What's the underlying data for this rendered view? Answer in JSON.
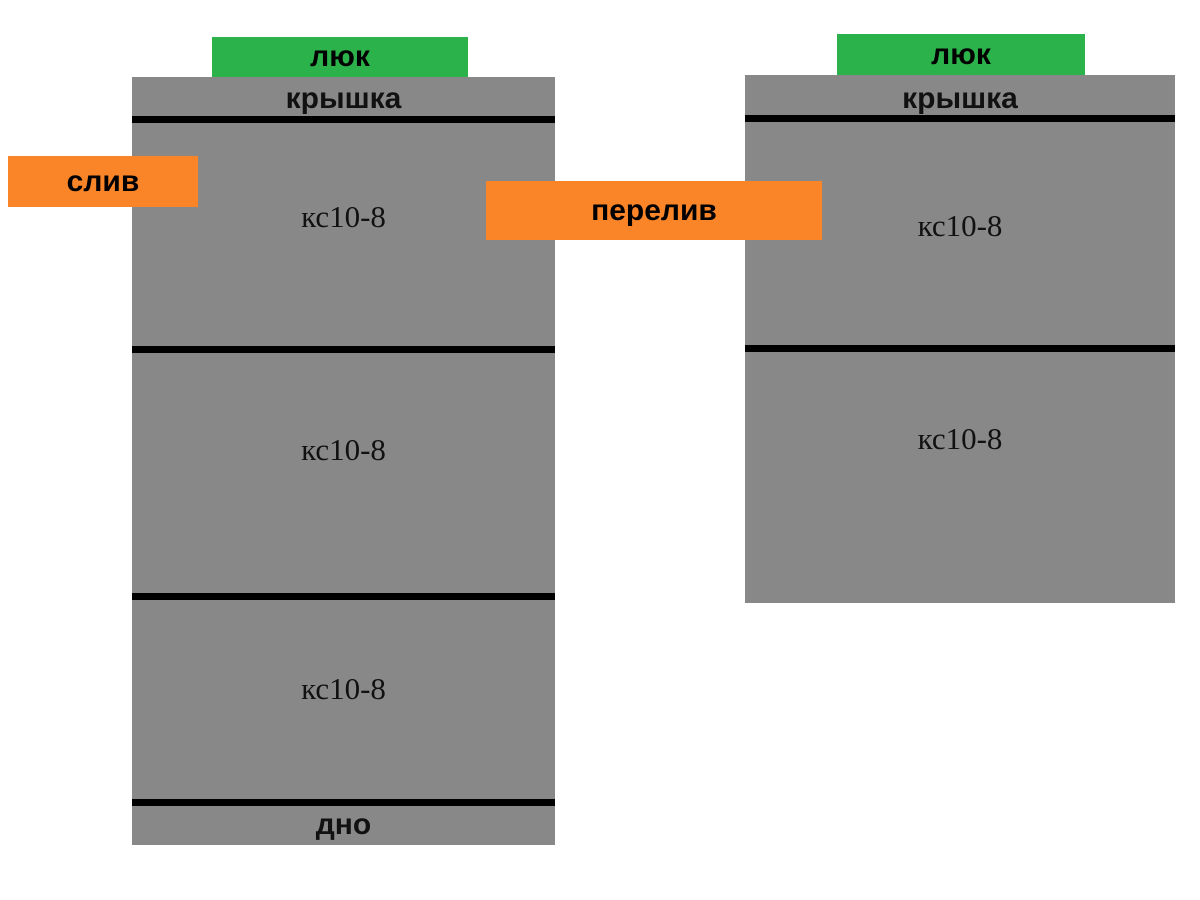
{
  "diagram": {
    "type": "septic-tank-cross-section",
    "background_color": "#FFFFFF",
    "palette": {
      "concrete_gray": "#888888",
      "hatch_green": "#2CB24A",
      "pipe_orange": "#FA8428",
      "line_black": "#000000"
    }
  },
  "tanks": [
    {
      "id": "left-tank",
      "name": "left-chamber",
      "hatch_label": "люк",
      "cover_label": "крышка",
      "bottom_label": "дно",
      "rings": [
        {
          "label": "кс10-8"
        },
        {
          "label": "кс10-8"
        },
        {
          "label": "кс10-8"
        }
      ]
    },
    {
      "id": "right-tank",
      "name": "right-chamber",
      "hatch_label": "люк",
      "cover_label": "крышка",
      "rings": [
        {
          "label": "кс10-8"
        },
        {
          "label": "кс10-8"
        }
      ]
    }
  ],
  "pipes": [
    {
      "id": "drain-pipe",
      "label": "слив",
      "color": "#FA8428"
    },
    {
      "id": "overflow-pipe",
      "label": "перелив",
      "color": "#FA8428"
    }
  ]
}
